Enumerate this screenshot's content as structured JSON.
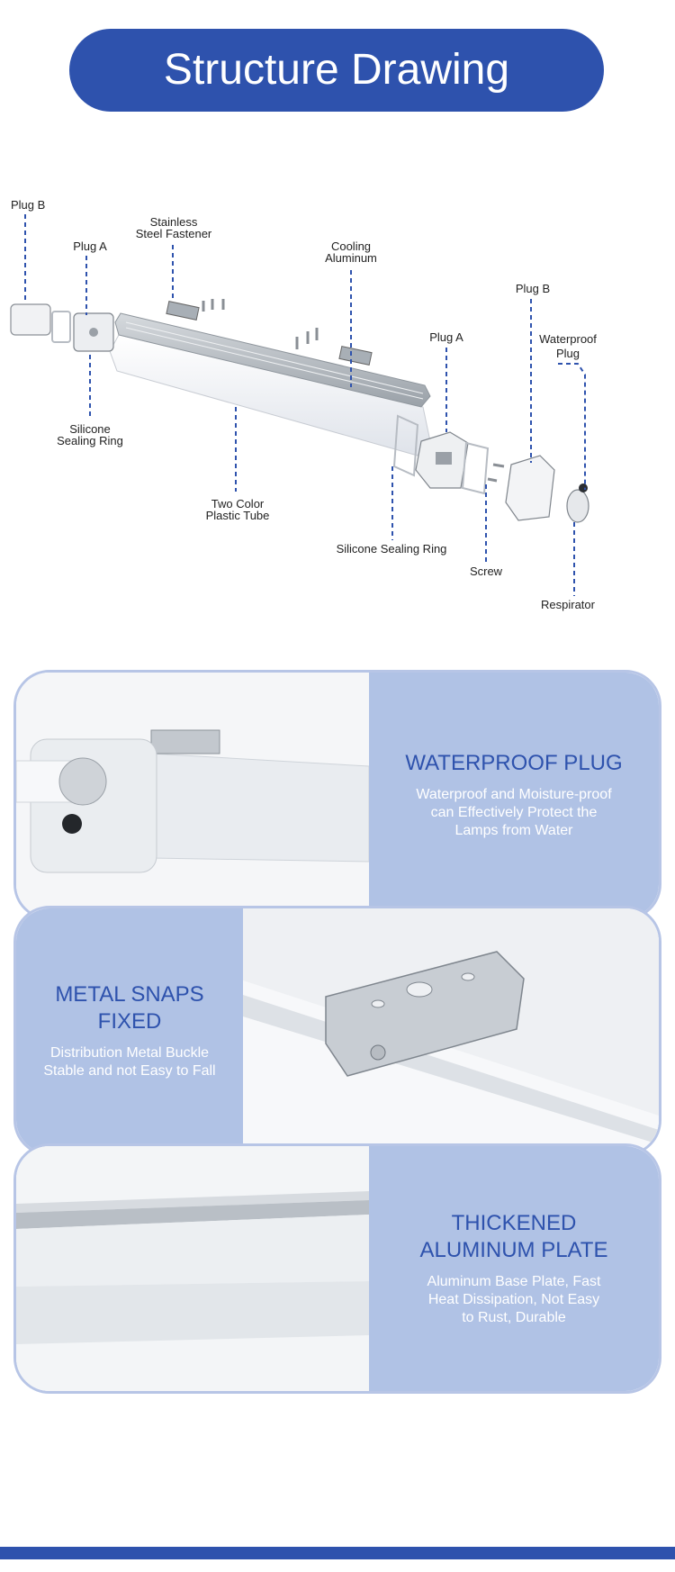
{
  "header": {
    "title": "Structure Drawing"
  },
  "diagram": {
    "labels": {
      "plug_b_left": "Plug B",
      "fastener_1": "Stainless",
      "fastener_2": "Steel Fastener",
      "plug_a_left": "Plug A",
      "cooling_1": "Cooling",
      "cooling_2": "Aluminum",
      "plug_b_right": "Plug B",
      "plug_a_right": "Plug A",
      "waterproof_plug_1": "Waterproof",
      "waterproof_plug_2": "Plug",
      "sealing_left_1": "Silicone",
      "sealing_left_2": "Sealing Ring",
      "tube_1": "Two Color",
      "tube_2": "Plastic Tube",
      "sealing_right": "Silicone Sealing Ring",
      "screw": "Screw",
      "respirator": "Respirator"
    },
    "colors": {
      "leader": "#2e52ad"
    }
  },
  "features": [
    {
      "title_lines": [
        "WATERPROOF PLUG"
      ],
      "desc_lines": [
        "Waterproof and Moisture-proof",
        "can Effectively Protect the",
        "Lamps from Water"
      ]
    },
    {
      "title_lines": [
        "METAL SNAPS FIXED"
      ],
      "desc_lines": [
        "Distribution Metal Buckle",
        "Stable and not Easy to Fall"
      ]
    },
    {
      "title_lines": [
        "THICKENED",
        "ALUMINUM PLATE"
      ],
      "desc_lines": [
        "Aluminum Base Plate, Fast",
        "Heat Dissipation, Not Easy",
        "to Rust, Durable"
      ]
    }
  ],
  "colors": {
    "brand_blue": "#2e52ad",
    "panel_blue": "#b0c2e5",
    "card_border": "#b7c5e6"
  }
}
